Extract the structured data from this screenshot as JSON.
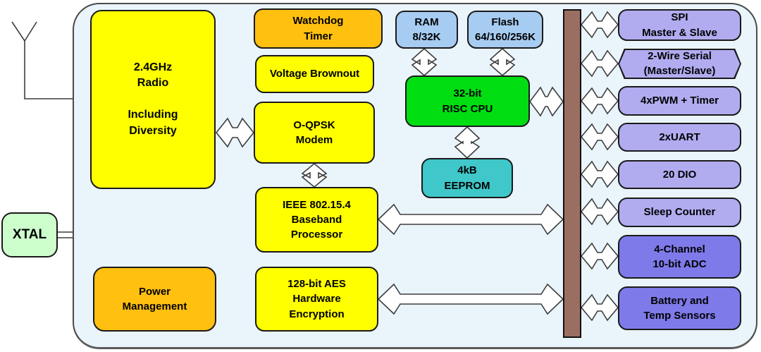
{
  "colors": {
    "canvas_fill": "#EAF4FB",
    "yellow": "#FFFF00",
    "orange": "#FFC010",
    "light_blue": "#A7CCF2",
    "cpu_green": "#00DE12",
    "eeprom_teal": "#3FC7C9",
    "lavender": "#B1ACF0",
    "dark_lavender": "#7F7AE9",
    "bus_brown": "#9A6F61",
    "xtal_green": "#CDFFCC",
    "arrow_fill": "#FFFFFF",
    "outline": "#1A1A1A"
  },
  "blocks": {
    "radio": {
      "line1": "2.4GHz",
      "line2": "Radio",
      "line3": "Including",
      "line4": "Diversity"
    },
    "xtal": {
      "line1": "XTAL"
    },
    "power": {
      "line1": "Power",
      "line2": "Management"
    },
    "watchdog": {
      "line1": "Watchdog",
      "line2": "Timer"
    },
    "voltage": {
      "line1": "Voltage Brownout"
    },
    "modem": {
      "line1": "O-QPSK",
      "line2": "Modem"
    },
    "baseband": {
      "line1": "IEEE 802.15.4",
      "line2": "Baseband",
      "line3": "Processor"
    },
    "aes": {
      "line1": "128-bit AES",
      "line2": "Hardware",
      "line3": "Encryption"
    },
    "ram": {
      "line1": "RAM",
      "line2": "8/32K"
    },
    "flash": {
      "line1": "Flash",
      "line2": "64/160/256K"
    },
    "cpu": {
      "line1": "32-bit",
      "line2": "RISC CPU"
    },
    "eeprom": {
      "line1": "4kB",
      "line2": "EEPROM"
    },
    "spi": {
      "line1": "SPI",
      "line2": "Master & Slave"
    },
    "twowire": {
      "line1": "2-Wire Serial",
      "line2": "(Master/Slave)"
    },
    "pwm": {
      "line1": "4xPWM + Timer"
    },
    "uart": {
      "line1": "2xUART"
    },
    "dio": {
      "line1": "20 DIO"
    },
    "sleep": {
      "line1": "Sleep Counter"
    },
    "adc": {
      "line1": "4-Channel",
      "line2": "10-bit ADC"
    },
    "battery": {
      "line1": "Battery and",
      "line2": "Temp Sensors"
    }
  }
}
